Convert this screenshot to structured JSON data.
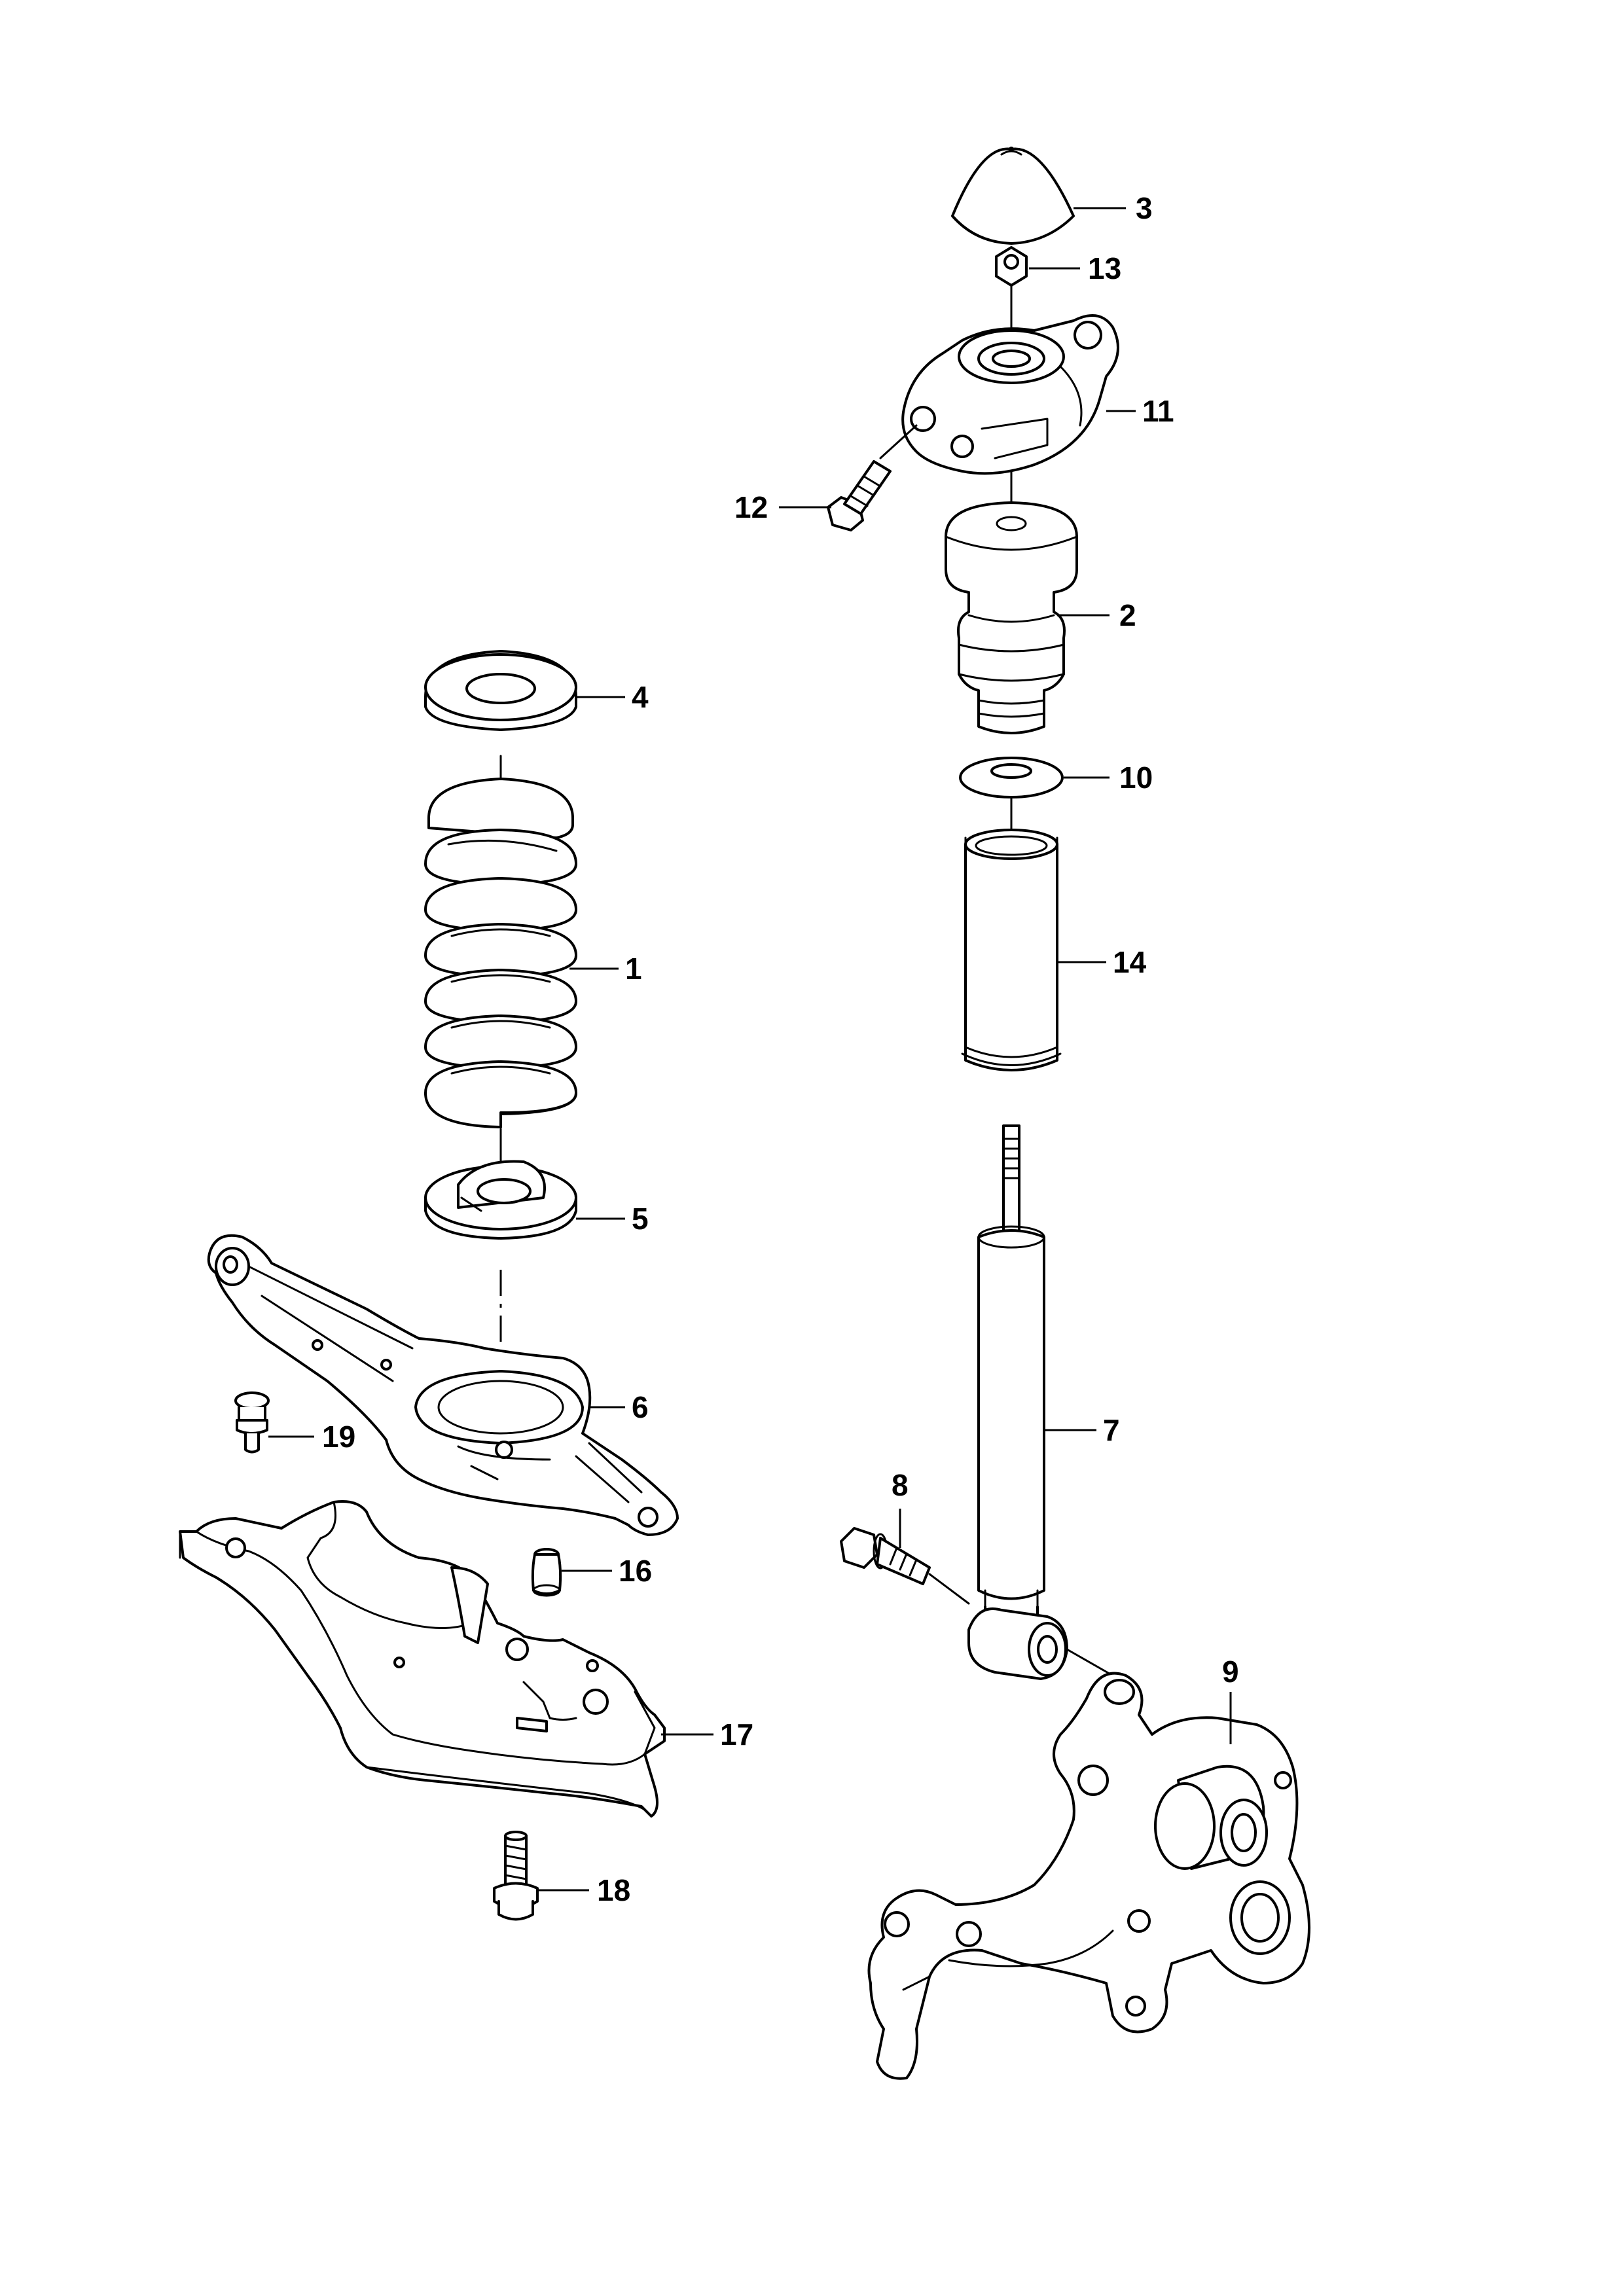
{
  "diagram": {
    "callouts": {
      "c1": "1",
      "c2": "2",
      "c3": "3",
      "c4": "4",
      "c5": "5",
      "c6": "6",
      "c7": "7",
      "c8": "8",
      "c9": "9",
      "c10": "10",
      "c11": "11",
      "c12": "12",
      "c13": "13",
      "c14": "14",
      "c16": "16",
      "c17": "17",
      "c18": "18",
      "c19": "19"
    },
    "colors": {
      "line": "#000000",
      "background": "#ffffff"
    }
  }
}
